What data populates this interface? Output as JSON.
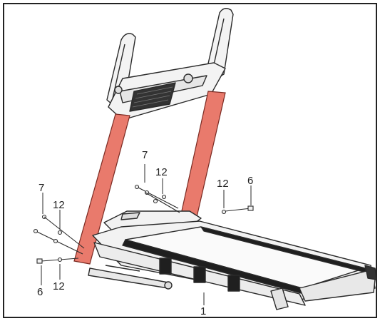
{
  "diagram": {
    "part_numbers": {
      "main_frame": "1",
      "bolt_right_a": "6",
      "bolt_left_lower": "6",
      "washer_right_a": "7",
      "washer_left_upper": "7",
      "spacer_right_a": "12",
      "spacer_right_b": "12",
      "spacer_left_upper": "12",
      "spacer_left_lower": "12"
    }
  },
  "colors": {
    "frame_border": "#222222",
    "upright_fill": "#e97a6c",
    "upright_stroke": "#7a2a22",
    "line_art": "#2a2a2a",
    "dark_part": "#1f1f1f",
    "light_part": "#f2f2f2"
  }
}
